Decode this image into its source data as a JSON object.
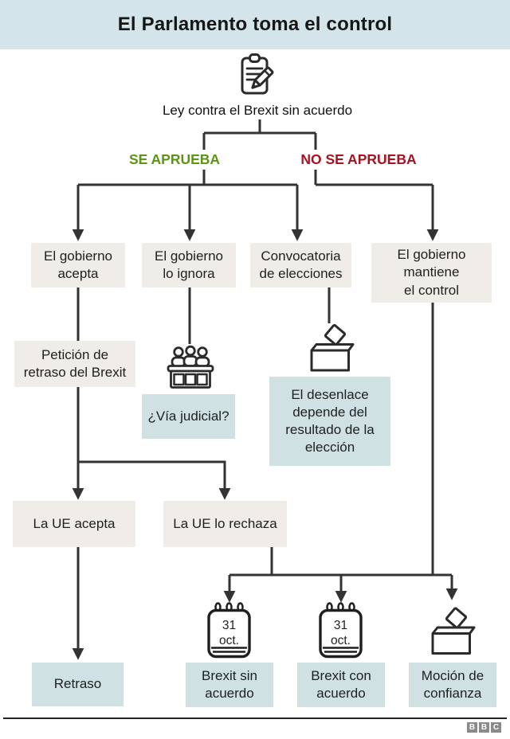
{
  "header": {
    "title": "El Parlamento toma el control"
  },
  "root": {
    "icon": "clipboard-pencil-icon",
    "label": "Ley contra el Brexit sin acuerdo"
  },
  "branches": {
    "approved": {
      "label": "SE APRUEBA",
      "color": "#5a9614"
    },
    "not_approved": {
      "label": "NO SE APRUEBA",
      "color": "#a9111e"
    }
  },
  "nodes": {
    "gov_accepts": {
      "label": "El gobierno\nacepta"
    },
    "gov_ignores": {
      "label": "El gobierno\nlo ignora"
    },
    "call_elections": {
      "label": "Convocatoria\nde elecciones"
    },
    "gov_keeps_control": {
      "label": "El gobierno\nmantiene\nel control"
    },
    "delay_request": {
      "label": "Petición de\nretraso del Brexit"
    },
    "judicial_route": {
      "label": "¿Vía judicial?",
      "icon": "tribunal-judges-icon"
    },
    "election_outcome": {
      "label": "El desenlace\ndepende del\nresultado de la\nelección",
      "icon": "ballot-box-icon"
    },
    "eu_accepts": {
      "label": "La UE acepta"
    },
    "eu_rejects": {
      "label": "La UE lo rechaza"
    },
    "delay": {
      "label": "Retraso"
    },
    "brexit_no_deal": {
      "label": "Brexit sin\nacuerdo",
      "icon": "calendar-icon"
    },
    "brexit_deal": {
      "label": "Brexit con\nacuerdo",
      "icon": "calendar-icon"
    },
    "confidence_motion": {
      "label": "Moción de\nconfianza",
      "icon": "ballot-box-icon"
    }
  },
  "calendar": {
    "day": "31",
    "month": "oct."
  },
  "colors": {
    "header_bg": "#d3e4ea",
    "neutral_box_bg": "#f0ece7",
    "outcome_box_bg": "#cfe1e2",
    "connector": "#333333",
    "approved_text": "#5a9614",
    "not_approved_text": "#a9111e"
  },
  "footer": {
    "logo_letters": [
      "B",
      "B",
      "C"
    ]
  }
}
